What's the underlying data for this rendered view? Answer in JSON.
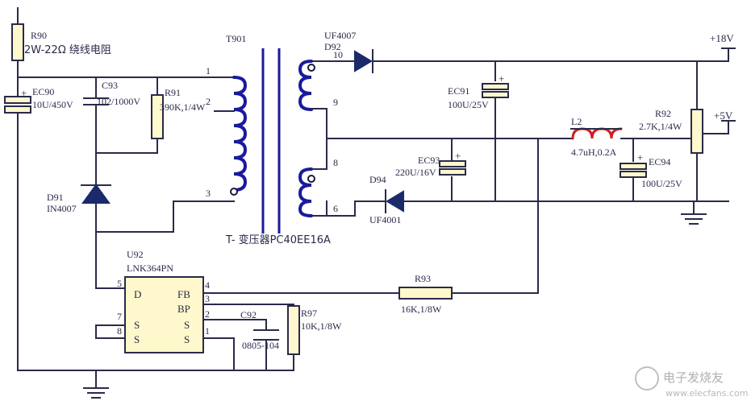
{
  "components": {
    "r90": {
      "ref": "R90",
      "value": "2W-22Ω 绕线电阻"
    },
    "ec90": {
      "ref": "EC90",
      "value": "10U/450V"
    },
    "c93": {
      "ref": "C93",
      "value": "102/1000V"
    },
    "r91": {
      "ref": "R91",
      "value": "390K,1/4W"
    },
    "d91": {
      "ref": "D91",
      "value": "IN4007"
    },
    "t901": {
      "ref": "T901",
      "value": "T- 变压器PC40EE16A"
    },
    "d92": {
      "ref": "D92",
      "value": "UF4007"
    },
    "ec91": {
      "ref": "EC91",
      "value": "100U/25V"
    },
    "ec93": {
      "ref": "EC93",
      "value": "220U/16V"
    },
    "d94": {
      "ref": "D94",
      "value": "UF4001"
    },
    "l2": {
      "ref": "L2",
      "value": "4.7uH,0.2A"
    },
    "ec94": {
      "ref": "EC94",
      "value": "100U/25V"
    },
    "r92": {
      "ref": "R92",
      "value": "2.7K,1/4W"
    },
    "u92": {
      "ref": "U92",
      "value": "LNK364PN"
    },
    "r93": {
      "ref": "R93",
      "value": "16K,1/8W"
    },
    "c92": {
      "ref": "C92",
      "value": "0805-104"
    },
    "r97": {
      "ref": "R97",
      "value": "10K,1/8W"
    }
  },
  "pins": {
    "t_primary": [
      "1",
      "2",
      "3"
    ],
    "t_secondary": [
      "10",
      "9",
      "8",
      "6"
    ],
    "u92_left_nums": [
      "5",
      "7",
      "8"
    ],
    "u92_right_nums": [
      "4",
      "3",
      "2",
      "1"
    ],
    "u92_left_names": [
      "D",
      "S",
      "S"
    ],
    "u92_right_names": [
      "FB",
      "BP",
      "S",
      "S"
    ]
  },
  "rails": {
    "v18": "+18V",
    "v5": "+5V"
  },
  "watermark": {
    "main": "电子发烧友",
    "url": "www.elecfans.com"
  },
  "colors": {
    "wire": "#2a2a4a",
    "coil": "#1a1a9a",
    "inductor": "#cc2020",
    "component_fill": "#fff8cc",
    "diode": "#1a2a6a"
  }
}
